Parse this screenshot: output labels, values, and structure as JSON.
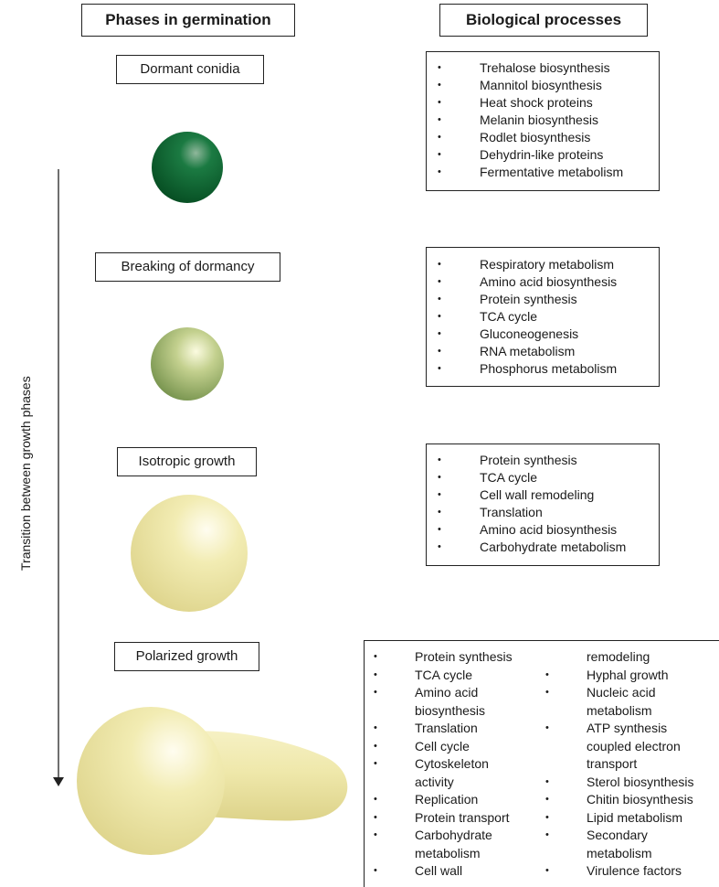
{
  "headers": {
    "phases": "Phases in germination",
    "processes": "Biological processes"
  },
  "axis_label": "Transition between growth phases",
  "phases": [
    {
      "label": "Dormant conidia",
      "processes": [
        "Trehalose biosynthesis",
        "Mannitol biosynthesis",
        "Heat shock proteins",
        "Melanin biosynthesis",
        "Rodlet biosynthesis",
        "Dehydrin-like proteins",
        "Fermentative metabolism"
      ]
    },
    {
      "label": "Breaking of dormancy",
      "processes": [
        "Respiratory metabolism",
        "Amino acid biosynthesis",
        "Protein synthesis",
        "TCA cycle",
        "Gluconeogenesis",
        "RNA metabolism",
        "Phosphorus metabolism"
      ]
    },
    {
      "label": "Isotropic growth",
      "processes": [
        "Protein synthesis",
        "TCA cycle",
        "Cell wall remodeling",
        "Translation",
        "Amino acid biosynthesis",
        "Carbohydrate metabolism"
      ]
    },
    {
      "label": "Polarized growth",
      "processes_col1": [
        "Protein synthesis",
        "TCA cycle",
        "Amino acid",
        "biosynthesis",
        "Translation",
        "Cell cycle",
        "Cytoskeleton",
        "activity",
        "Replication",
        "Protein transport",
        "Carbohydrate",
        "metabolism",
        "Cell wall"
      ],
      "processes_col2": [
        "remodeling",
        "Hyphal growth",
        "Nucleic acid",
        "metabolism",
        "ATP synthesis",
        "coupled electron",
        "transport",
        "Sterol biosynthesis",
        "Chitin biosynthesis",
        "Lipid metabolism",
        "Secondary",
        "metabolism",
        "Virulence factors"
      ]
    }
  ],
  "colors": {
    "dormant": "#0d5a2c",
    "breaking": "#a8bb6c",
    "isotropic": "#ede7a2",
    "polarized": "#ede7a2"
  }
}
